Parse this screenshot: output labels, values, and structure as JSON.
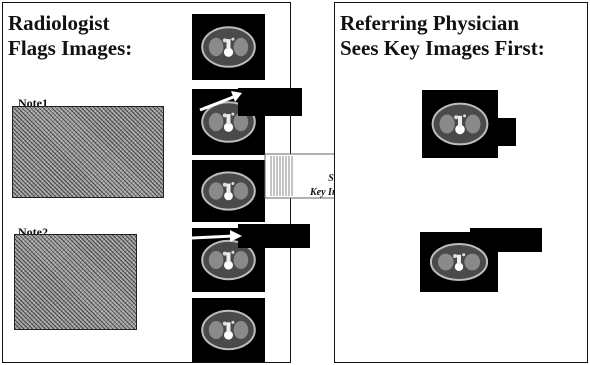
{
  "left_panel": {
    "heading_line1": "Radiologist",
    "heading_line2": "Flags Images:",
    "notes": [
      {
        "label": "Note1"
      },
      {
        "label": "Note2"
      }
    ],
    "image_stack_count": 5,
    "flagged_images": [
      2,
      4
    ]
  },
  "flow": {
    "line1": "Study &",
    "line2": "Key Image Notes"
  },
  "right_panel": {
    "heading_line1": "Referring Physician",
    "heading_line2": "Sees Key Images First:",
    "key_image_count": 2
  },
  "colors": {
    "frame": "#000000",
    "note_fill": "#9a9a9a",
    "arrow_fill": "#ffffff",
    "text": "#111111"
  }
}
